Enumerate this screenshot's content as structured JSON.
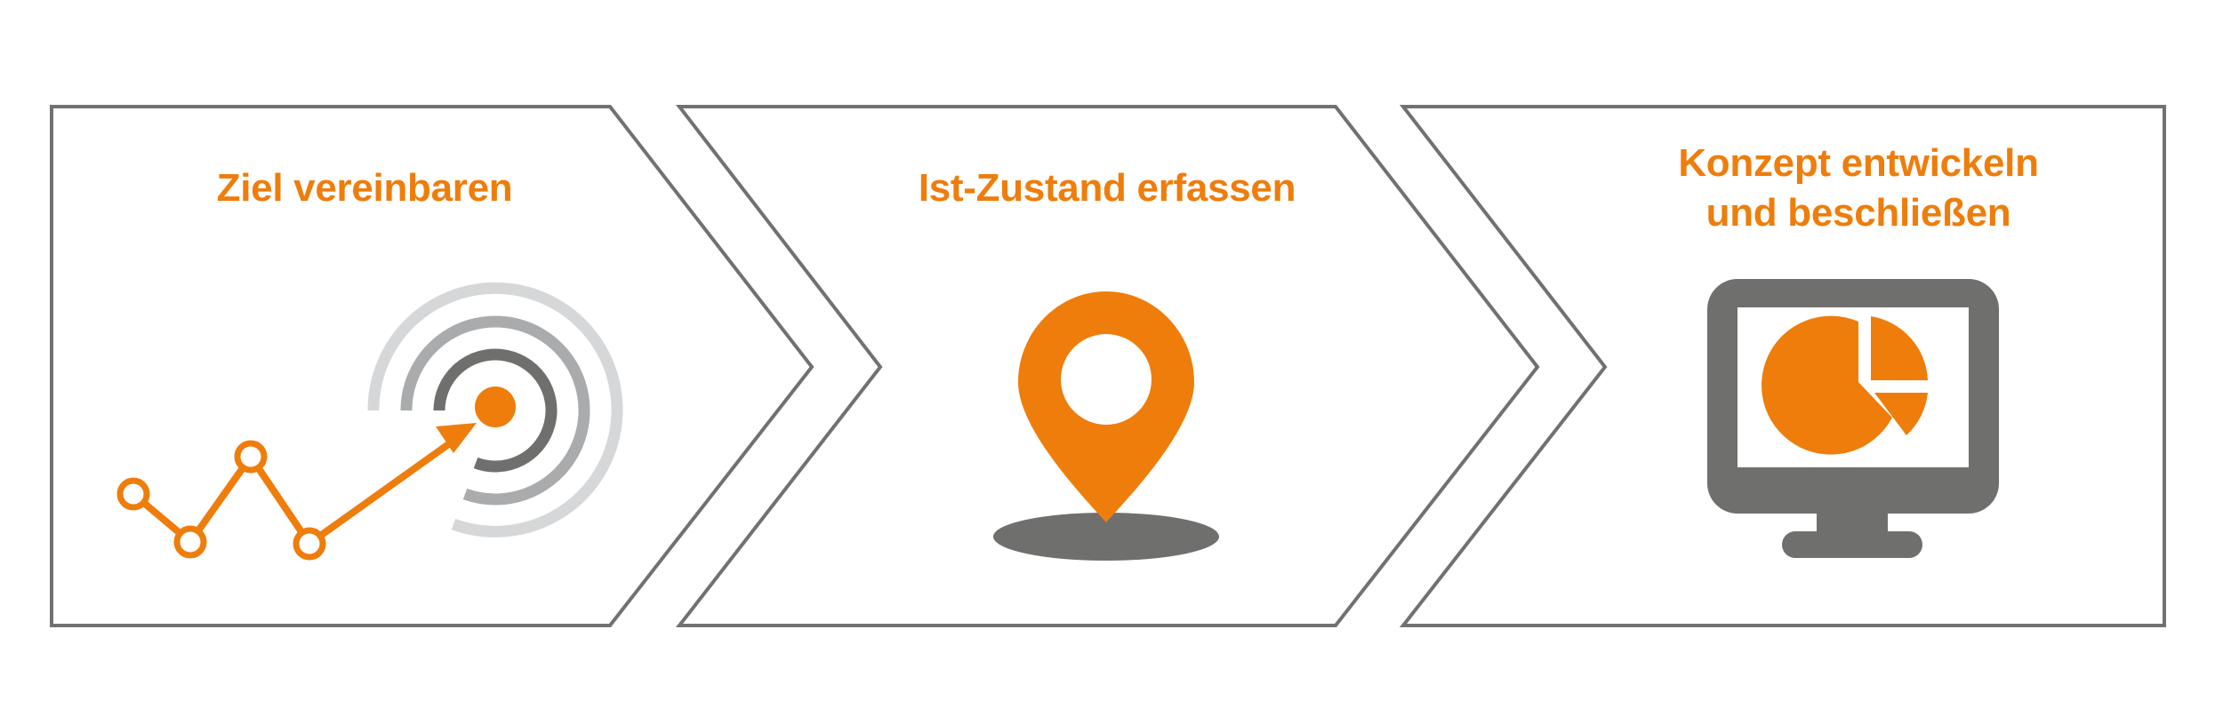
{
  "colors": {
    "accent": "#EE7D0C",
    "frame_stroke": "#717171",
    "icon_dark": "#6F6F6E",
    "icon_mid": "#A9ABAD",
    "icon_light": "#D6D7D8",
    "background": "#FFFFFF"
  },
  "steps": [
    {
      "title": "Ziel vereinbaren",
      "icon": "target-with-rising-arrow-icon"
    },
    {
      "title": "Ist-Zustand erfassen",
      "icon": "map-pin-icon"
    },
    {
      "title_lines": [
        "Konzept entwickeln",
        "und beschließen"
      ],
      "icon": "monitor-pie-chart-icon"
    }
  ]
}
